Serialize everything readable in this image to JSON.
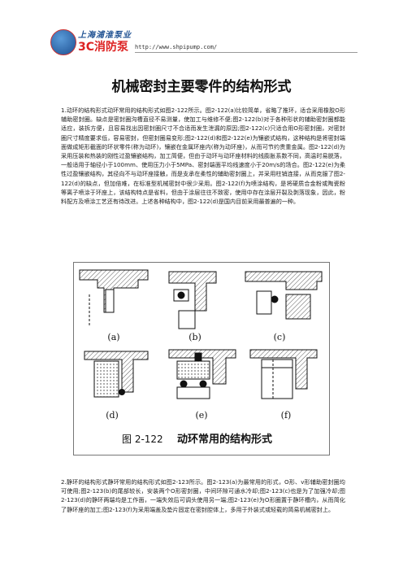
{
  "header": {
    "logo_line1": "上海浦淮泵业",
    "logo_line2": "3C消防泵",
    "url": "http://www.shpipump.com/"
  },
  "title": "机械密封主要零件的结构形式",
  "paragraphs": [
    "1.动环的结构形式动环常用的结构形式如图2-122所示。图2-122(a)比较简单，省略了推环，适合采用橡胶O形辅助密封圈。缺点是密封圈沟槽直径不易测量，使加工与维修不便;图2-122(b)对于各种形状的辅助密封圈都能适应，装拆方便，且容易找出因密封圈尺寸不合适而发生泄漏的原因;图2-122(c)只适合用O形密封圈，对密封圈尺寸精度要求低，容易密封，但密封圈易变形;图2-122(d)和图2-122(e)为镶嵌式结构，这种结构是将密封端面做成矩形截面的环状零件(称为动环)，镶嵌在金属环座内(称为动环座)，从而可节约贵重金属。图2-122(d)为采用压装和热装的刚性过盈镶嵌结构，加工简便，但由于动环与动环座材料的线膨胀系数不同，高温时易脱落，一般适用于轴径小于100mm、使用压力小于5MPa、密封端面平均线速度小于20m/s的场合。图2-122(e)为柔性过盈镶嵌结构，其径向不与动环座接触，而是支承在柔性的辅助密封圈上，并采用柱销连接，从而克服了图2-122(d)的缺点，但加倍难，在标准型机械密封中很少采用。图2-122(f)为喷涂结构，是将硬质合金粉或陶瓷粉等离子喷涂于环座上，该结构特点是省料，但由于涂层往往不致密，使用中存在涂层开裂及剥落现象，因此，粉料配方及喷涂工艺还有待改进。上述各种结构中，图2-122(d)是国内目前采用最普遍的一种。",
    "2.静环的结构形式静环常用的结构形式如图2-123所示。图2-123(a)为最常用的形式，O形、v形辅助密封圈均可使用;图2-123(b)的尾部较长，安装两个O形密封圈，中间环隙可通水冷却;图2-123(c)也是为了加强冷却;图2-123(d)的静环两端均是工作面，一端失效后可调头使用另一端;图2-123(e)为O形圈置于静环槽内，从而简化了静环座的加工;图2-123(f)为采用端盖及垫片固定在密封腔体上，多用于外装式或轻载的简易机械密封上。"
  ],
  "figure": {
    "number": "图 2-122",
    "caption": "动环常用的结构形式",
    "panels": [
      "(a)",
      "(b)",
      "(c)",
      "(d)",
      "(e)",
      "(f)"
    ]
  }
}
